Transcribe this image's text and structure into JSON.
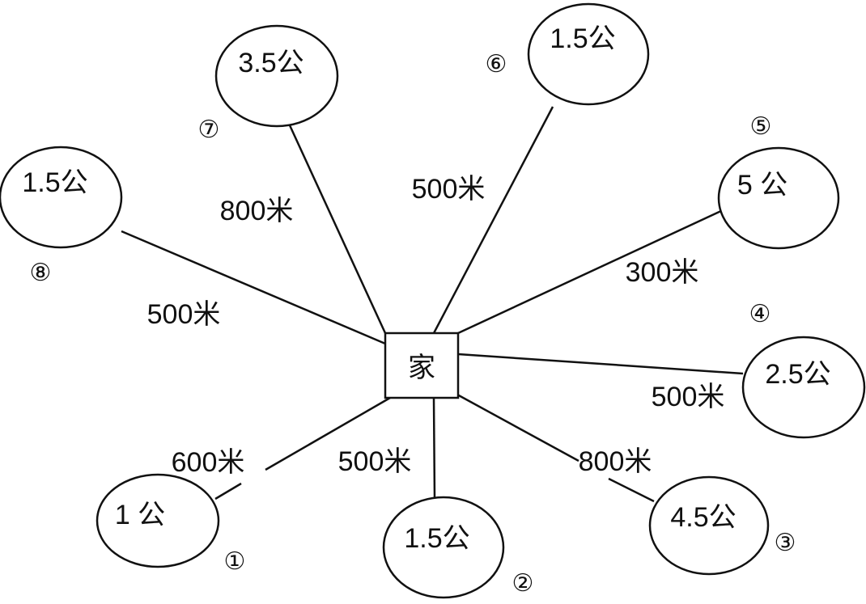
{
  "center": {
    "label": "家"
  },
  "nodes": [
    {
      "id": "1",
      "number": "①",
      "value": "1 公",
      "distance": "600米"
    },
    {
      "id": "2",
      "number": "②",
      "value": "1.5公",
      "distance": "500米"
    },
    {
      "id": "3",
      "number": "③",
      "value": "4.5公",
      "distance": "800米"
    },
    {
      "id": "4",
      "number": "④",
      "value": "2.5公",
      "distance": "500米"
    },
    {
      "id": "5",
      "number": "⑤",
      "value": "5 公",
      "distance": "300米"
    },
    {
      "id": "6",
      "number": "⑥",
      "value": "1.5公",
      "distance": "500米"
    },
    {
      "id": "7",
      "number": "⑦",
      "value": "3.5公",
      "distance": "800米"
    },
    {
      "id": "8",
      "number": "⑧",
      "value": "1.5公",
      "distance": "500米"
    }
  ]
}
